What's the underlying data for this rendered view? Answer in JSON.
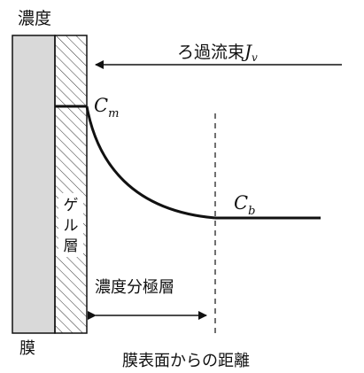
{
  "labels": {
    "concentration": "濃度",
    "membrane": "膜",
    "distance_axis": "膜表面からの距離",
    "gel_layer": [
      "ゲ",
      "ル",
      "層"
    ],
    "polarization_layer": "濃度分極層",
    "flux_text": "ろ過流束",
    "flux_symbol": "J",
    "flux_subscript": "v",
    "cm_symbol": "C",
    "cm_subscript": "m",
    "cb_symbol": "C",
    "cb_subscript": "b"
  },
  "colors": {
    "membrane_fill": "#d9d9d9",
    "line": "#111111"
  }
}
